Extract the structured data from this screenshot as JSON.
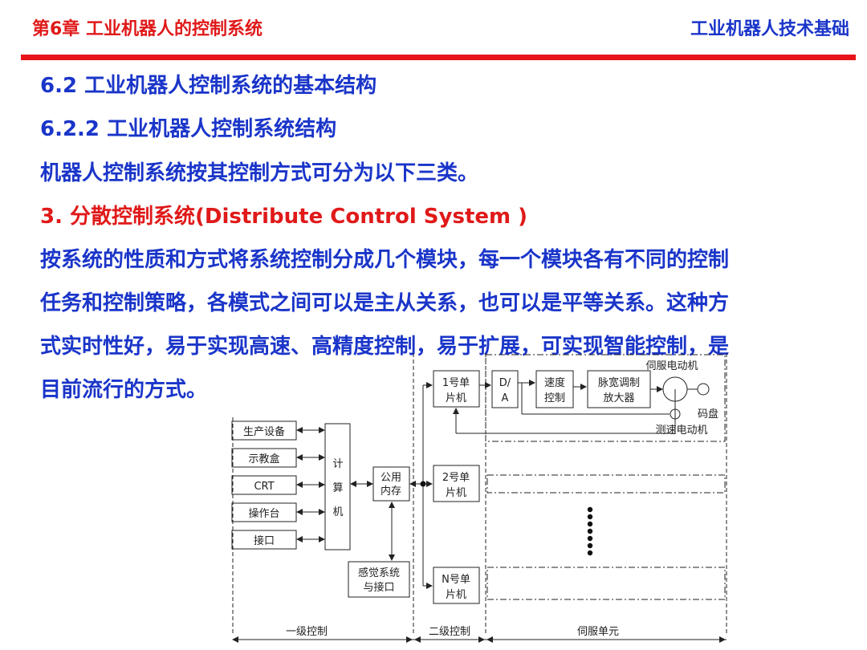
{
  "header": {
    "chapter": "第6章 工业机器人的控制系统",
    "course": "工业机器人技术基础"
  },
  "content": {
    "section": "6.2 工业机器人控制系统的基本结构",
    "subsection": "6.2.2 工业机器人控制系统结构",
    "intro": "机器人控制系统按其控制方式可分为以下三类。",
    "item_title": "3. 分散控制系统(Distribute Control System )",
    "para_lines": [
      "按系统的性质和方式将系统控制分成几个模块，每一个模块各有不同的控制",
      "任务和控制策略，各模式之间可以是主从关系，也可以是平等关系。这种方",
      "式实时性好，易于实现高速、高精度控制，易于扩展，可实现智能控制，是",
      "目前流行的方式。"
    ]
  },
  "diagram": {
    "devices": [
      "生产设备",
      "示教盒",
      "CRT",
      "操作台",
      "接口"
    ],
    "computer_chars": [
      "计",
      "算",
      "机"
    ],
    "shared_memory": [
      "公用",
      "内存"
    ],
    "sensing": [
      "感觉系统",
      "与接口"
    ],
    "mcu1": [
      "1号单",
      "片机"
    ],
    "mcu2": [
      "2号单",
      "片机"
    ],
    "mcuN": [
      "N号单",
      "片机"
    ],
    "da": [
      "D/",
      "A"
    ],
    "speed": [
      "速度",
      "控制"
    ],
    "pwm": [
      "脉宽调制",
      "放大器"
    ],
    "servo_motor": "伺服电动机",
    "encoder": "码盘",
    "tacho": "测速电动机",
    "levels": [
      "一级控制",
      "二级控制",
      "伺服单元"
    ]
  }
}
